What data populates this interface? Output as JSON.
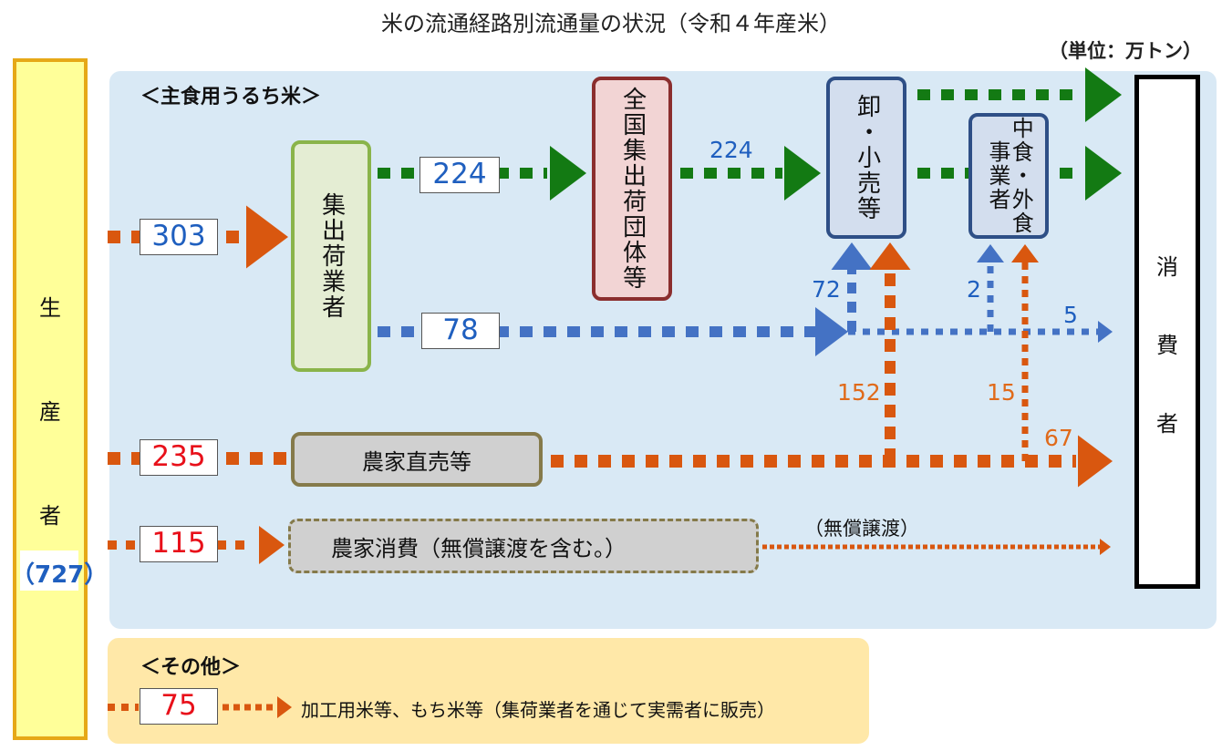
{
  "title": "米の流通経路別流通量の状況（令和４年産米）",
  "unit": "（単位：万トン）",
  "producer": {
    "chars": [
      "生",
      "産",
      "者"
    ],
    "total": "（727）"
  },
  "consumer": {
    "chars": [
      "消",
      "費",
      "者"
    ]
  },
  "sections": {
    "main": "＜主食用うるち米＞",
    "other": "＜その他＞"
  },
  "nodes": {
    "collector": "集出荷業者",
    "national": "全国集出荷団体等",
    "wholesale": "卸・小売等",
    "foodservice": "中食・外食事業者",
    "farmer_direct": "農家直売等",
    "farmer_consume": "農家消費（無償譲渡を含む。）"
  },
  "flows": {
    "producer_to_collector": "303",
    "collector_to_national": "224",
    "national_to_wholesale": "224",
    "collector_direct": "78",
    "to_wholesale_blue": "72",
    "to_foodservice_blue": "2",
    "to_consumer_blue": "5",
    "producer_to_farmer_direct": "235",
    "to_wholesale_orange": "152",
    "to_foodservice_orange": "15",
    "to_consumer_orange": "67",
    "producer_to_farmer_consume": "115",
    "free_transfer_note": "（無償譲渡）",
    "other_value": "75",
    "other_desc": "加工用米等、もち米等（集荷業者を通じて実需者に販売）"
  },
  "colors": {
    "green": "#137a13",
    "blue": "#4472c4",
    "orange": "#d9570f"
  }
}
